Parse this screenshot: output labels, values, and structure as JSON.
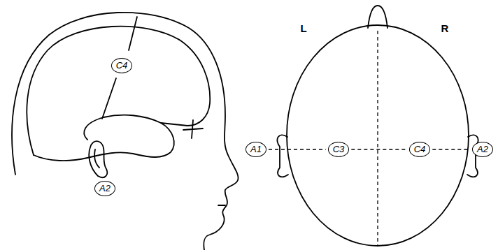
{
  "diagram": {
    "nodes": [
      {
        "text": [
          "C4"
        ]
      },
      {
        "text": [
          "A2"
        ]
      },
      {
        "text": [
          "A1"
        ]
      },
      {
        "text": [
          "C3"
        ]
      },
      {
        "text": [
          "C4"
        ]
      },
      {
        "text": [
          "A2"
        ]
      }
    ],
    "edges": [
      {
        "from": 2,
        "to": 3,
        "arrow": "none"
      },
      {
        "from": 3,
        "to": 4,
        "arrow": "none"
      },
      {
        "from": 4,
        "to": 5,
        "arrow": "none"
      }
    ],
    "labels": [
      "L",
      "R"
    ]
  }
}
